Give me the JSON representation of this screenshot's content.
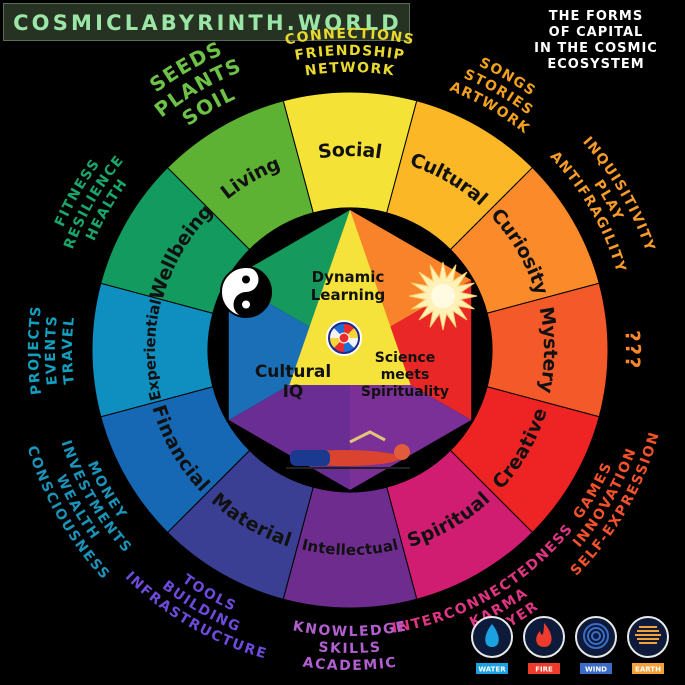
{
  "brand": "COSMICLABYRINTH.WORLD",
  "title_lines": [
    "THE FORMS",
    "OF CAPITAL",
    "IN THE COSMIC",
    "ECOSYSTEM"
  ],
  "colors": {
    "social": "#f4e236",
    "cultural": "#fbb725",
    "curiosity": "#fb8a2a",
    "mystery": "#f4592a",
    "creative": "#ee2424",
    "spiritual": "#d01d72",
    "intellectual": "#6e2c8e",
    "material": "#3a3f93",
    "financial": "#1668b4",
    "experiential": "#0e8fbf",
    "wellbeing": "#139a5e",
    "living": "#5db133"
  },
  "ring": [
    {
      "key": "social",
      "label": "Social"
    },
    {
      "key": "cultural",
      "label": "Cultural"
    },
    {
      "key": "curiosity",
      "label": "Curiosity"
    },
    {
      "key": "mystery",
      "label": "Mystery"
    },
    {
      "key": "creative",
      "label": "Creative"
    },
    {
      "key": "spiritual",
      "label": "Spiritual"
    },
    {
      "key": "intellectual",
      "label": "Intellectual"
    },
    {
      "key": "material",
      "label": "Material"
    },
    {
      "key": "financial",
      "label": "Financial"
    },
    {
      "key": "experiential",
      "label": "Experiential"
    },
    {
      "key": "wellbeing",
      "label": "Wellbeing"
    },
    {
      "key": "living",
      "label": "Living"
    }
  ],
  "outer_labels": {
    "social": [
      "CONNECTIONS",
      "FRIENDSHIP",
      "NETWORK"
    ],
    "cultural": [
      "SONGS",
      "STORIES",
      "ARTWORK"
    ],
    "curiosity": [
      "INQUISITIVITY",
      "PLAY",
      "ANTIFRAGILITY"
    ],
    "mystery": [
      "???"
    ],
    "creative": [
      "GAMES",
      "INNOVATION",
      "SELF-EXPRESSION"
    ],
    "spiritual": [
      "INTERCONNECTEDNESS",
      "KARMA",
      "PRAYER"
    ],
    "intellectual": [
      "KNOWLEDGE",
      "SKILLS",
      "ACADEMIC"
    ],
    "material": [
      "TOOLS",
      "BUILDING",
      "INFRASTRUCTURE"
    ],
    "financial": [
      "MONEY",
      "INVESTMENTS",
      "WEALTH",
      "CONSCIOUSNESS"
    ],
    "experiential": [
      "PROJECTS",
      "EVENTS",
      "TRAVEL"
    ],
    "wellbeing": [
      "FITNESS",
      "RESILIENCE",
      "HEALTH"
    ],
    "living": [
      "SEEDS",
      "PLANTS",
      "SOIL"
    ]
  },
  "center": {
    "dynamic_learning": [
      "Dynamic",
      "Learning"
    ],
    "cultural_iq": [
      "Cultural",
      "IQ"
    ],
    "science_spirituality": [
      "Science",
      "meets",
      "Spirituality"
    ]
  },
  "elements": [
    {
      "name": "WATER",
      "color": "#1ba0e0",
      "icon": "water-drop-icon"
    },
    {
      "name": "FIRE",
      "color": "#ee3b2c",
      "icon": "flame-icon"
    },
    {
      "name": "WIND",
      "color": "#3b6cc6",
      "icon": "spiral-wind-icon"
    },
    {
      "name": "EARTH",
      "color": "#f2a13b",
      "icon": "earth-lines-icon"
    }
  ]
}
